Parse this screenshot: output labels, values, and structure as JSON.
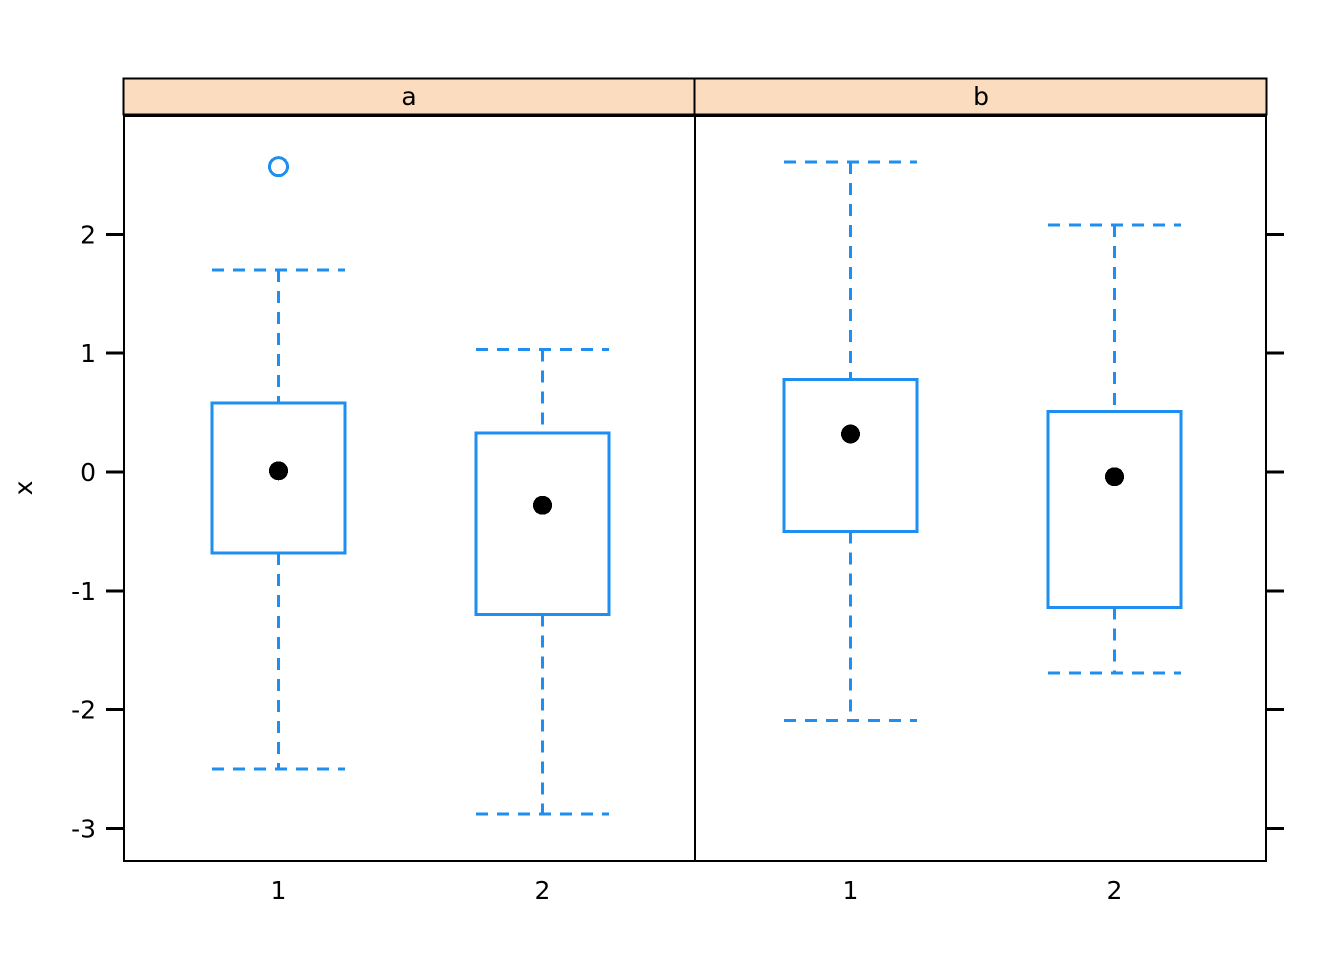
{
  "figure": {
    "background_color": "#ffffff",
    "box_color": "#1f8ef1",
    "mean_point_color": "#000000",
    "strip_fill_color": "#fbdcbe",
    "strip_border_color": "#000000",
    "axis_color": "#000000"
  },
  "axes": {
    "y_label": "x",
    "y_ticks": [
      2,
      1,
      0,
      -1,
      -2,
      -3
    ],
    "y_tick_labels": [
      "2",
      "1",
      "0",
      "-1",
      "-2",
      "-3"
    ],
    "y_range": [
      -3.35,
      2.95
    ],
    "x_tick_labels": [
      "1",
      "2"
    ],
    "x_label": ""
  },
  "panels": [
    {
      "strip_label": "a"
    },
    {
      "strip_label": "b"
    }
  ],
  "chart_data": {
    "type": "box",
    "title": "",
    "xlabel": "",
    "ylabel": "x",
    "ylim": [
      -3.35,
      2.95
    ],
    "yticks": [
      2,
      1,
      0,
      -1,
      -2,
      -3
    ],
    "grid": false,
    "legend": "none",
    "panel_variable": "panel",
    "group_variable": "group",
    "notes": "Lattice-style trellis box-and-whisker plot, two conditioning panels (a, b), two groups (1, 2) per panel. Black filled dot marks the mean/median point; whiskers drawn as dashed lines; one outlier circle in panel a group 1.",
    "boxes": [
      {
        "panel": "a",
        "group": "1",
        "lower_whisker": -2.5,
        "q1": -0.68,
        "center": 0.01,
        "q3": 0.58,
        "upper_whisker": 1.7,
        "outliers": [
          2.57
        ]
      },
      {
        "panel": "a",
        "group": "2",
        "lower_whisker": -2.88,
        "q1": -1.2,
        "center": -0.28,
        "q3": 0.33,
        "upper_whisker": 1.03,
        "outliers": []
      },
      {
        "panel": "b",
        "group": "1",
        "lower_whisker": -2.09,
        "q1": -0.5,
        "center": 0.32,
        "q3": 0.78,
        "upper_whisker": 2.61,
        "outliers": []
      },
      {
        "panel": "b",
        "group": "2",
        "lower_whisker": -1.69,
        "q1": -1.14,
        "center": -0.04,
        "q3": 0.51,
        "upper_whisker": 2.08,
        "outliers": []
      }
    ]
  }
}
